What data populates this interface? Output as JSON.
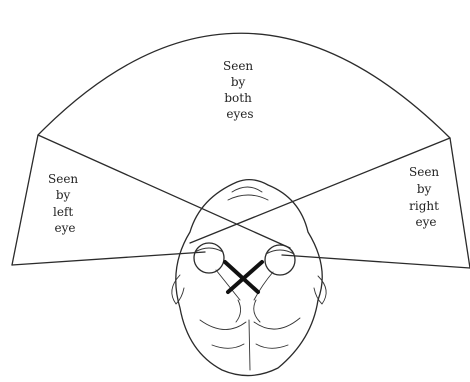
{
  "regions": {
    "both": [
      "Seen",
      "by",
      "both",
      "eyes"
    ],
    "left": [
      "Seen",
      "by",
      "left",
      "eye"
    ],
    "right": [
      "Seen",
      "by",
      "right",
      "eye"
    ]
  },
  "colors": {
    "ink": "#2b2b2b",
    "background": "#ffffff"
  }
}
